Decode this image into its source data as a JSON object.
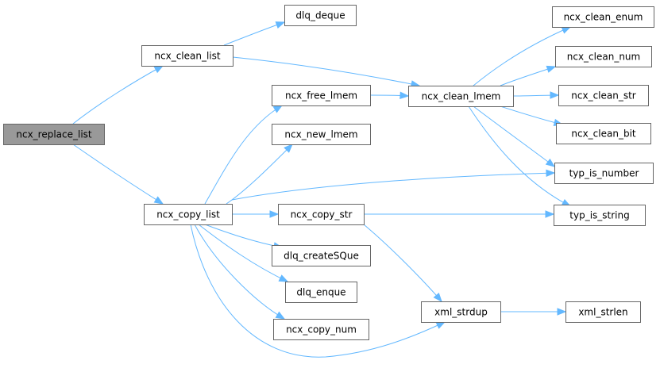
{
  "nodes": [
    {
      "id": "ncx_replace_list",
      "label": "ncx_replace_list",
      "root": true
    },
    {
      "id": "ncx_clean_list",
      "label": "ncx_clean_list"
    },
    {
      "id": "ncx_copy_list",
      "label": "ncx_copy_list"
    },
    {
      "id": "dlq_deque",
      "label": "dlq_deque"
    },
    {
      "id": "ncx_clean_lmem",
      "label": "ncx_clean_lmem"
    },
    {
      "id": "ncx_free_lmem",
      "label": "ncx_free_lmem"
    },
    {
      "id": "ncx_new_lmem",
      "label": "ncx_new_lmem"
    },
    {
      "id": "ncx_copy_str",
      "label": "ncx_copy_str"
    },
    {
      "id": "dlq_createSQue",
      "label": "dlq_createSQue"
    },
    {
      "id": "dlq_enque",
      "label": "dlq_enque"
    },
    {
      "id": "ncx_copy_num",
      "label": "ncx_copy_num"
    },
    {
      "id": "xml_strdup",
      "label": "xml_strdup"
    },
    {
      "id": "ncx_clean_enum",
      "label": "ncx_clean_enum"
    },
    {
      "id": "ncx_clean_num",
      "label": "ncx_clean_num"
    },
    {
      "id": "ncx_clean_str",
      "label": "ncx_clean_str"
    },
    {
      "id": "ncx_clean_bit",
      "label": "ncx_clean_bit"
    },
    {
      "id": "typ_is_number",
      "label": "typ_is_number"
    },
    {
      "id": "typ_is_string",
      "label": "typ_is_string"
    },
    {
      "id": "xml_strlen",
      "label": "xml_strlen"
    }
  ],
  "edges": [
    {
      "from": "ncx_replace_list",
      "to": "ncx_clean_list"
    },
    {
      "from": "ncx_replace_list",
      "to": "ncx_copy_list"
    },
    {
      "from": "ncx_clean_list",
      "to": "dlq_deque"
    },
    {
      "from": "ncx_clean_list",
      "to": "ncx_clean_lmem"
    },
    {
      "from": "ncx_clean_lmem",
      "to": "ncx_clean_enum"
    },
    {
      "from": "ncx_clean_lmem",
      "to": "ncx_clean_num"
    },
    {
      "from": "ncx_clean_lmem",
      "to": "ncx_clean_str"
    },
    {
      "from": "ncx_clean_lmem",
      "to": "ncx_clean_bit"
    },
    {
      "from": "ncx_clean_lmem",
      "to": "typ_is_number"
    },
    {
      "from": "ncx_clean_lmem",
      "to": "typ_is_string"
    },
    {
      "from": "ncx_free_lmem",
      "to": "ncx_clean_lmem"
    },
    {
      "from": "ncx_copy_list",
      "to": "ncx_free_lmem"
    },
    {
      "from": "ncx_copy_list",
      "to": "ncx_new_lmem"
    },
    {
      "from": "ncx_copy_list",
      "to": "typ_is_number"
    },
    {
      "from": "ncx_copy_list",
      "to": "ncx_copy_str"
    },
    {
      "from": "ncx_copy_list",
      "to": "dlq_createSQue"
    },
    {
      "from": "ncx_copy_list",
      "to": "dlq_enque"
    },
    {
      "from": "ncx_copy_list",
      "to": "ncx_copy_num"
    },
    {
      "from": "ncx_copy_list",
      "to": "xml_strdup"
    },
    {
      "from": "ncx_copy_str",
      "to": "typ_is_string"
    },
    {
      "from": "ncx_copy_str",
      "to": "xml_strdup"
    },
    {
      "from": "xml_strdup",
      "to": "xml_strlen"
    }
  ]
}
